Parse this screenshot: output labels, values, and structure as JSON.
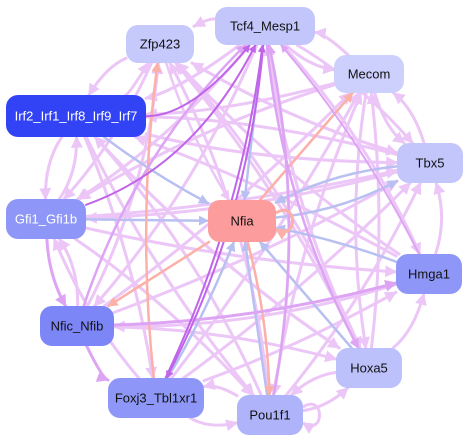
{
  "nodes": [
    {
      "id": "tcf4",
      "label": "Tcf4_Mesp1",
      "fill": "#c3c6fb",
      "text": "#111111"
    },
    {
      "id": "zfp423",
      "label": "Zfp423",
      "fill": "#c6c9fb",
      "text": "#111111"
    },
    {
      "id": "mecom",
      "label": "Mecom",
      "fill": "#cdd0fc",
      "text": "#111111"
    },
    {
      "id": "irf",
      "label": "Irf2_Irf1_Irf8_Irf9_Irf7",
      "fill": "#3243f5",
      "text": "#ffffff"
    },
    {
      "id": "tbx5",
      "label": "Tbx5",
      "fill": "#c3c6fb",
      "text": "#111111"
    },
    {
      "id": "gfi1",
      "label": "Gfi1_Gfi1b",
      "fill": "#8e97f8",
      "text": "#ffffff"
    },
    {
      "id": "nfia",
      "label": "Nfia",
      "fill": "#fc9c9c",
      "text": "#111111"
    },
    {
      "id": "hmga1",
      "label": "Hmga1",
      "fill": "#8e97f8",
      "text": "#111111"
    },
    {
      "id": "nfic",
      "label": "Nfic_Nfib",
      "fill": "#7c86f7",
      "text": "#111111"
    },
    {
      "id": "hoxa5",
      "label": "Hoxa5",
      "fill": "#bcc0fb",
      "text": "#111111"
    },
    {
      "id": "foxj3",
      "label": "Foxj3_Tbl1xr1",
      "fill": "#8e97f8",
      "text": "#111111"
    },
    {
      "id": "pou1f1",
      "label": "Pou1f1",
      "fill": "#aeb3fa",
      "text": "#111111"
    }
  ],
  "colors": {
    "light_violet": "#ecc6f7",
    "violet": "#dda4f4",
    "purple": "#c064ea",
    "salmon": "#fbb0a8",
    "periwinkle": "#b8c0f2"
  },
  "edges": [
    {
      "from": "irf",
      "to": "tcf4",
      "color": "purple",
      "bend": 0.12,
      "w": 2
    },
    {
      "from": "foxj3",
      "to": "tcf4",
      "color": "purple",
      "bend": 0.04,
      "w": 2
    },
    {
      "from": "nfic",
      "to": "tcf4",
      "color": "violet",
      "bend": -0.06,
      "w": 2.5
    },
    {
      "from": "pou1f1",
      "to": "tcf4",
      "color": "violet",
      "bend": 0.05,
      "w": 2.5
    },
    {
      "from": "hmga1",
      "to": "tcf4",
      "color": "violet",
      "bend": 0.03,
      "w": 2
    },
    {
      "from": "hoxa5",
      "to": "tcf4",
      "color": "light_violet",
      "bend": -0.04,
      "w": 3
    },
    {
      "from": "foxj3",
      "to": "zfp423",
      "color": "salmon",
      "bend": -0.03,
      "w": 2.5
    },
    {
      "from": "pou1f1",
      "to": "zfp423",
      "color": "light_violet",
      "bend": 0.05,
      "w": 3
    },
    {
      "from": "nfic",
      "to": "zfp423",
      "color": "light_violet",
      "bend": 0.05,
      "w": 3
    },
    {
      "from": "zfp423",
      "to": "hoxa5",
      "color": "light_violet",
      "bend": -0.04,
      "w": 3
    },
    {
      "from": "tcf4",
      "to": "nfia",
      "color": "periwinkle",
      "bend": 0,
      "w": 2.5
    },
    {
      "from": "irf",
      "to": "nfia",
      "color": "periwinkle",
      "bend": 0.02,
      "w": 2.5
    },
    {
      "from": "gfi1",
      "to": "nfia",
      "color": "periwinkle",
      "bend": 0,
      "w": 2.5
    },
    {
      "from": "hmga1",
      "to": "nfia",
      "color": "periwinkle",
      "bend": 0.02,
      "w": 2.5
    },
    {
      "from": "hoxa5",
      "to": "nfia",
      "color": "periwinkle",
      "bend": 0,
      "w": 2.5
    },
    {
      "from": "foxj3",
      "to": "nfia",
      "color": "periwinkle",
      "bend": 0.02,
      "w": 2.5
    },
    {
      "from": "pou1f1",
      "to": "nfia",
      "color": "periwinkle",
      "bend": 0,
      "w": 2.5
    },
    {
      "from": "tbx5",
      "to": "nfia",
      "color": "periwinkle",
      "bend": 0.05,
      "w": 2.5
    },
    {
      "from": "nfia",
      "to": "tbx5",
      "color": "periwinkle",
      "bend": 0.05,
      "w": 2.5
    },
    {
      "from": "nfia",
      "to": "mecom",
      "color": "salmon",
      "bend": 0,
      "w": 2.5
    },
    {
      "from": "nfia",
      "to": "nfic",
      "color": "salmon",
      "bend": 0,
      "w": 2.5
    },
    {
      "from": "zfp423",
      "to": "nfia",
      "color": "light_violet",
      "bend": 0.03,
      "w": 2.5
    },
    {
      "from": "nfia",
      "to": "pou1f1",
      "color": "salmon",
      "bend": -0.03,
      "w": 2.5
    },
    {
      "from": "irf",
      "to": "gfi1",
      "color": "light_violet",
      "bend": 0.08,
      "w": 3
    },
    {
      "from": "gfi1",
      "to": "irf",
      "color": "light_violet",
      "bend": 0.08,
      "w": 3
    },
    {
      "from": "gfi1",
      "to": "nfic",
      "color": "violet",
      "bend": 0.06,
      "w": 3
    },
    {
      "from": "nfic",
      "to": "gfi1",
      "color": "light_violet",
      "bend": 0.08,
      "w": 3
    },
    {
      "from": "nfic",
      "to": "foxj3",
      "color": "violet",
      "bend": 0.1,
      "w": 3
    },
    {
      "from": "foxj3",
      "to": "pou1f1",
      "color": "light_violet",
      "bend": 0.1,
      "w": 3
    },
    {
      "from": "pou1f1",
      "to": "foxj3",
      "color": "light_violet",
      "bend": 0.1,
      "w": 3
    },
    {
      "from": "pou1f1",
      "to": "hoxa5",
      "color": "light_violet",
      "bend": 0.08,
      "w": 3
    },
    {
      "from": "hoxa5",
      "to": "pou1f1",
      "color": "light_violet",
      "bend": 0.08,
      "w": 3
    },
    {
      "from": "hoxa5",
      "to": "hmga1",
      "color": "light_violet",
      "bend": 0.08,
      "w": 3
    },
    {
      "from": "hmga1",
      "to": "tbx5",
      "color": "light_violet",
      "bend": 0.08,
      "w": 3
    },
    {
      "from": "tbx5",
      "to": "mecom",
      "color": "light_violet",
      "bend": 0.08,
      "w": 3
    },
    {
      "from": "mecom",
      "to": "tbx5",
      "color": "light_violet",
      "bend": 0.08,
      "w": 3
    },
    {
      "from": "mecom",
      "to": "tcf4",
      "color": "light_violet",
      "bend": 0.08,
      "w": 3
    },
    {
      "from": "tcf4",
      "to": "mecom",
      "color": "light_violet",
      "bend": 0.08,
      "w": 3
    },
    {
      "from": "tcf4",
      "to": "zfp423",
      "color": "light_violet",
      "bend": 0.08,
      "w": 3
    },
    {
      "from": "zfp423",
      "to": "irf",
      "color": "light_violet",
      "bend": 0.08,
      "w": 3
    },
    {
      "from": "irf",
      "to": "zfp423",
      "color": "light_violet",
      "bend": 0.08,
      "w": 3
    },
    {
      "from": "irf",
      "to": "tbx5",
      "color": "light_violet",
      "bend": 0.03,
      "w": 3
    },
    {
      "from": "irf",
      "to": "hoxa5",
      "color": "light_violet",
      "bend": 0.03,
      "w": 3
    },
    {
      "from": "irf",
      "to": "foxj3",
      "color": "light_violet",
      "bend": -0.03,
      "w": 3
    },
    {
      "from": "irf",
      "to": "pou1f1",
      "color": "light_violet",
      "bend": 0.03,
      "w": 3
    },
    {
      "from": "gfi1",
      "to": "tcf4",
      "color": "purple",
      "bend": 0.1,
      "w": 2
    },
    {
      "from": "gfi1",
      "to": "tbx5",
      "color": "light_violet",
      "bend": 0.02,
      "w": 3
    },
    {
      "from": "gfi1",
      "to": "hmga1",
      "color": "light_violet",
      "bend": 0.02,
      "w": 3
    },
    {
      "from": "gfi1",
      "to": "pou1f1",
      "color": "light_violet",
      "bend": -0.03,
      "w": 3
    },
    {
      "from": "nfic",
      "to": "hmga1",
      "color": "violet",
      "bend": 0.03,
      "w": 3
    },
    {
      "from": "nfic",
      "to": "tbx5",
      "color": "light_violet",
      "bend": 0.02,
      "w": 3
    },
    {
      "from": "nfic",
      "to": "mecom",
      "color": "light_violet",
      "bend": 0.02,
      "w": 3
    },
    {
      "from": "nfic",
      "to": "hoxa5",
      "color": "light_violet",
      "bend": -0.03,
      "w": 3
    },
    {
      "from": "foxj3",
      "to": "mecom",
      "color": "light_violet",
      "bend": 0.02,
      "w": 3
    },
    {
      "from": "foxj3",
      "to": "tbx5",
      "color": "light_violet",
      "bend": 0.02,
      "w": 3
    },
    {
      "from": "foxj3",
      "to": "hmga1",
      "color": "light_violet",
      "bend": 0.02,
      "w": 3
    },
    {
      "from": "foxj3",
      "to": "gfi1",
      "color": "light_violet",
      "bend": -0.04,
      "w": 3
    },
    {
      "from": "pou1f1",
      "to": "mecom",
      "color": "light_violet",
      "bend": -0.03,
      "w": 3
    },
    {
      "from": "pou1f1",
      "to": "tbx5",
      "color": "light_violet",
      "bend": 0.03,
      "w": 3
    },
    {
      "from": "pou1f1",
      "to": "irf",
      "color": "light_violet",
      "bend": 0.04,
      "w": 3
    },
    {
      "from": "hoxa5",
      "to": "irf",
      "color": "light_violet",
      "bend": -0.03,
      "w": 3
    },
    {
      "from": "hoxa5",
      "to": "mecom",
      "color": "light_violet",
      "bend": 0.03,
      "w": 3
    },
    {
      "from": "hoxa5",
      "to": "zfp423",
      "color": "light_violet",
      "bend": 0.03,
      "w": 3
    },
    {
      "from": "hmga1",
      "to": "irf",
      "color": "light_violet",
      "bend": 0.02,
      "w": 3
    },
    {
      "from": "hmga1",
      "to": "nfic",
      "color": "light_violet",
      "bend": -0.04,
      "w": 3
    },
    {
      "from": "hmga1",
      "to": "zfp423",
      "color": "light_violet",
      "bend": -0.03,
      "w": 3
    },
    {
      "from": "tbx5",
      "to": "gfi1",
      "color": "light_violet",
      "bend": -0.03,
      "w": 3
    },
    {
      "from": "tbx5",
      "to": "irf",
      "color": "light_violet",
      "bend": 0.03,
      "w": 3
    },
    {
      "from": "tbx5",
      "to": "zfp423",
      "color": "light_violet",
      "bend": -0.03,
      "w": 3
    },
    {
      "from": "mecom",
      "to": "irf",
      "color": "light_violet",
      "bend": -0.03,
      "w": 3
    },
    {
      "from": "mecom",
      "to": "gfi1",
      "color": "light_violet",
      "bend": 0.03,
      "w": 3
    },
    {
      "from": "mecom",
      "to": "hoxa5",
      "color": "light_violet",
      "bend": 0.04,
      "w": 3
    },
    {
      "from": "zfp423",
      "to": "tbx5",
      "color": "light_violet",
      "bend": 0.03,
      "w": 3
    },
    {
      "from": "zfp423",
      "to": "gfi1",
      "color": "light_violet",
      "bend": -0.04,
      "w": 3
    },
    {
      "from": "tcf4",
      "to": "foxj3",
      "color": "purple",
      "bend": -0.05,
      "w": 2
    },
    {
      "from": "tcf4",
      "to": "hoxa5",
      "color": "violet",
      "bend": 0.05,
      "w": 2.5
    },
    {
      "from": "tcf4",
      "to": "tbx5",
      "color": "light_violet",
      "bend": -0.04,
      "w": 3
    },
    {
      "from": "tcf4",
      "to": "irf",
      "color": "light_violet",
      "bend": -0.05,
      "w": 3
    },
    {
      "from": "tcf4",
      "to": "gfi1",
      "color": "light_violet",
      "bend": -0.04,
      "w": 3
    },
    {
      "from": "tcf4",
      "to": "nfic",
      "color": "light_violet",
      "bend": -0.04,
      "w": 3
    },
    {
      "from": "tcf4",
      "to": "pou1f1",
      "color": "light_violet",
      "bend": -0.05,
      "w": 3
    },
    {
      "from": "tcf4",
      "to": "hmga1",
      "color": "light_violet",
      "bend": -0.04,
      "w": 3
    }
  ],
  "self_loops": [
    {
      "node": "nfia",
      "side": "right",
      "color": "salmon"
    },
    {
      "node": "pou1f1",
      "side": "right",
      "color": "light_violet"
    }
  ]
}
